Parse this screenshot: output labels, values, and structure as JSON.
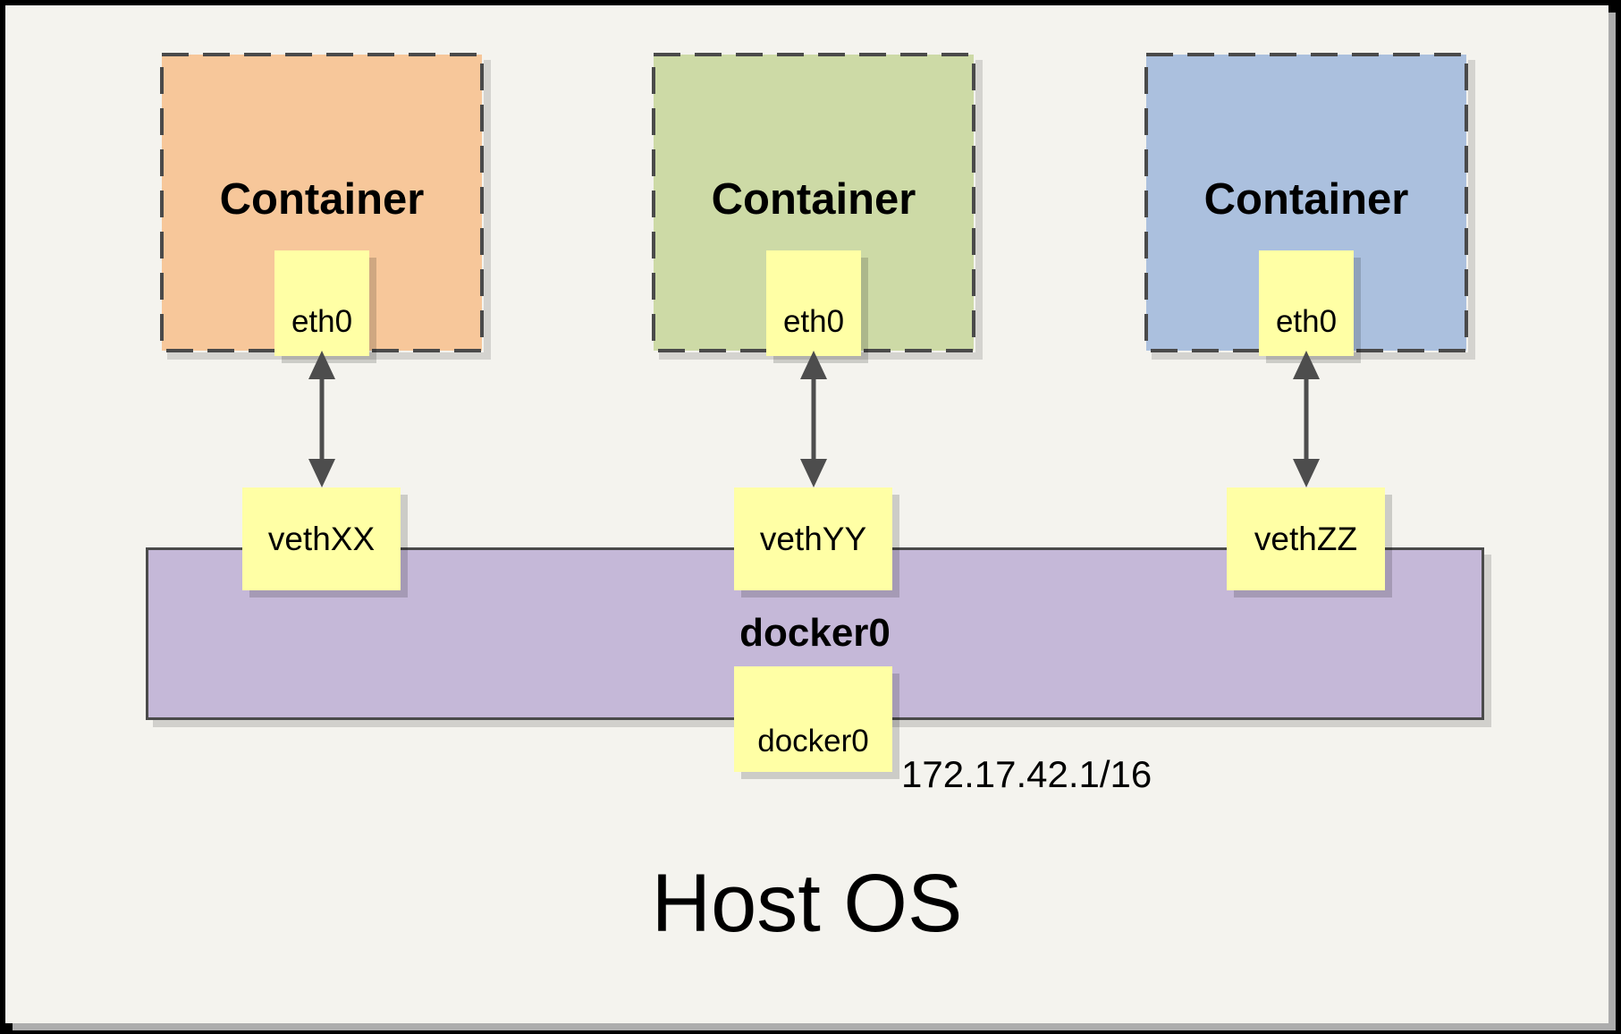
{
  "colors": {
    "frame": "#000000",
    "card_background": "#F4F3EE",
    "dashed_border": "#4A4A4A",
    "container_orange": "#F7C79A",
    "container_green": "#CDDAA6",
    "container_blue": "#ABC0DE",
    "note_yellow": "#FFFFA5",
    "bridge_purple": "#C5B8D8",
    "arrow_gray": "#4D4D4D"
  },
  "containers": [
    {
      "label": "Container",
      "interface_label": "eth0",
      "fill": "#F7C79A"
    },
    {
      "label": "Container",
      "interface_label": "eth0",
      "fill": "#CDDAA6"
    },
    {
      "label": "Container",
      "interface_label": "eth0",
      "fill": "#ABC0DE"
    }
  ],
  "veth_interfaces": [
    {
      "label": "vethXX"
    },
    {
      "label": "vethYY"
    },
    {
      "label": "vethZZ"
    }
  ],
  "bridge": {
    "label": "docker0",
    "interface_label": "docker0",
    "ip": "172.17.42.1/16"
  },
  "host": {
    "label": "Host OS"
  }
}
